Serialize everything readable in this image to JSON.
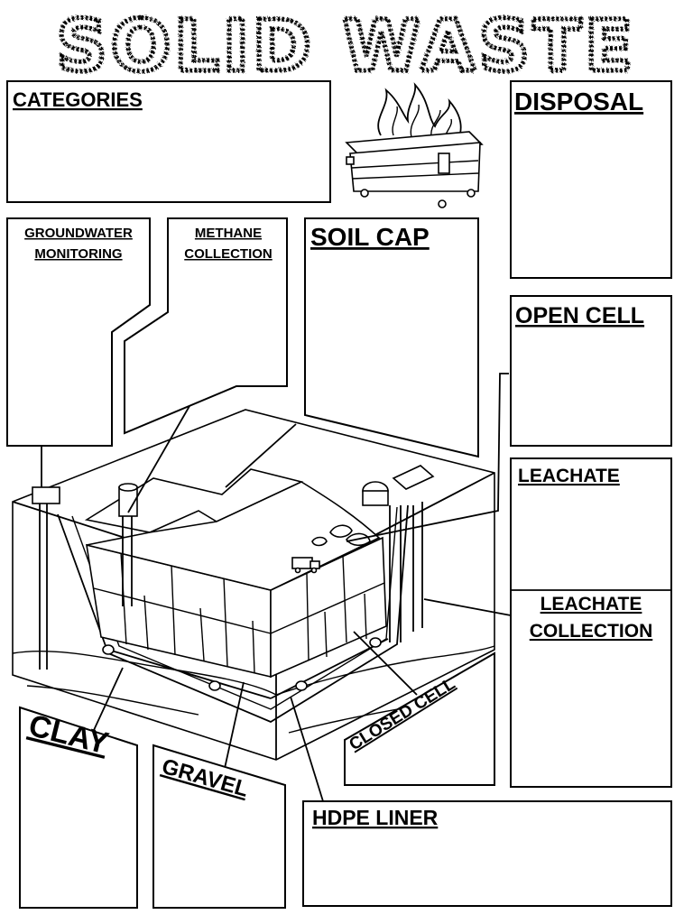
{
  "title": "SOLID WASTE",
  "labels": {
    "categories": "CATEGORIES",
    "disposal": "DISPOSAL",
    "groundwater_line1": "GROUNDWATER",
    "groundwater_line2": "MONITORING",
    "methane_line1": "METHANE",
    "methane_line2": "COLLECTION",
    "soil_cap": "SOIL CAP",
    "open_cell": "OPEN CELL",
    "leachate": "LEACHATE",
    "leachate_collection_line1": "LEACHATE",
    "leachate_collection_line2": "COLLECTION",
    "closed_cell": "CLOSED CELL",
    "clay": "CLAY",
    "gravel": "GRAVEL",
    "hdpe_liner": "HDPE LINER"
  },
  "colors": {
    "ink": "#000000",
    "paper": "#ffffff"
  },
  "icons": [
    "burning-dumpster-icon",
    "garbage-truck-icon"
  ]
}
